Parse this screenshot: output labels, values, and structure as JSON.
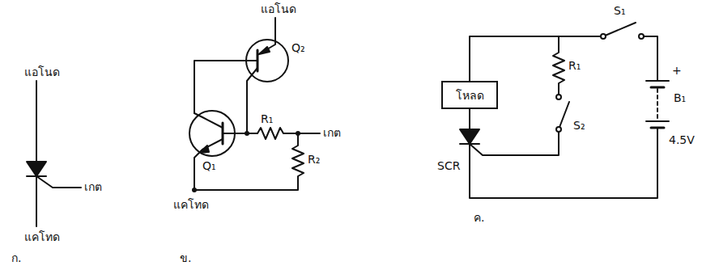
{
  "diagram": {
    "nodes": [
      {
        "text": [
          "โหลด"
        ]
      }
    ],
    "labels": [
      "แอโนด",
      "เกต",
      "แคโทด",
      "ก.",
      "แอโนด",
      "Q₂",
      "Q₁",
      "R₁",
      "เกต",
      "R₂",
      "แคโทด",
      "ข.",
      "S₁",
      "R₁",
      "+",
      "B₁",
      "4.5V",
      "SCR",
      "S₂",
      "ค."
    ]
  }
}
